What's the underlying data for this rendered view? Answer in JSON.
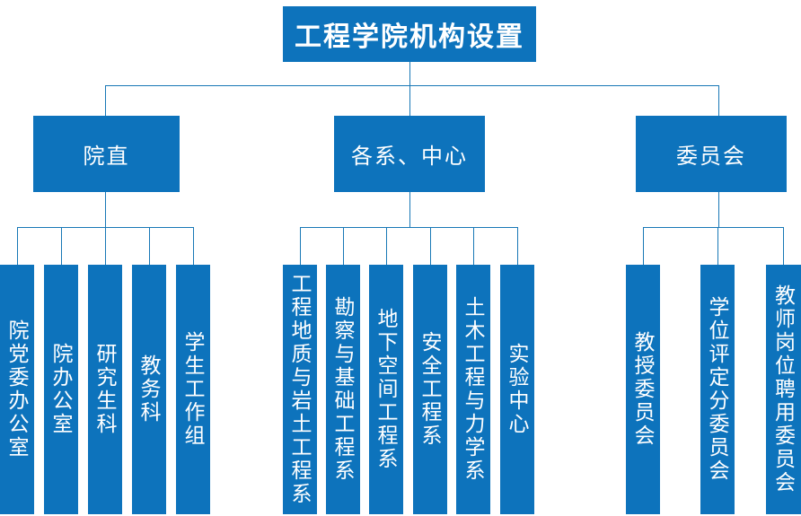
{
  "colors": {
    "box_fill": "#0d73bc",
    "box_text": "#ffffff",
    "connector": "#1878b6",
    "background": "#ffffff"
  },
  "org_chart": {
    "title": "工程学院机构设置",
    "branches": [
      {
        "label": "院直",
        "children": [
          "院党委办公室",
          "院办公室",
          "研究生科",
          "教务科",
          "学生工作组"
        ]
      },
      {
        "label": "各系、中心",
        "children": [
          "工程地质与岩土工程系",
          "勘察与基础工程系",
          "地下空间工程系",
          "安全工程系",
          "土木工程与力学系",
          "实验中心"
        ]
      },
      {
        "label": "委员会",
        "children": [
          "教授委员会",
          "学位评定分委员会",
          "教师岗位聘用委员会"
        ]
      }
    ]
  }
}
